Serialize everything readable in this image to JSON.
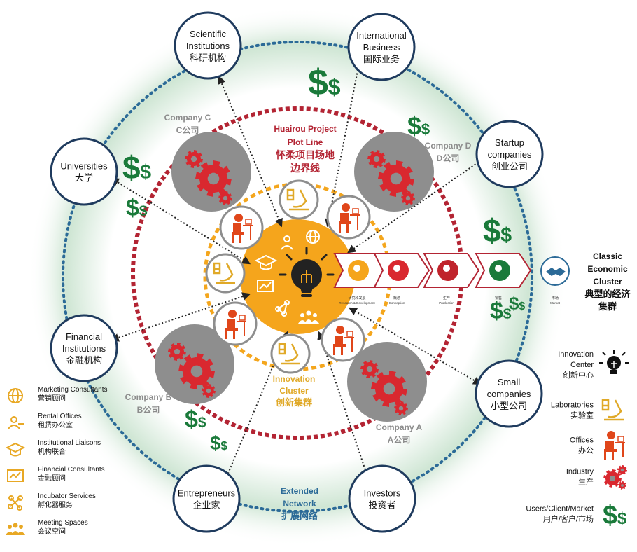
{
  "center": {
    "plot_line": [
      "Huairou Project",
      "Plot Line",
      "怀柔项目场地",
      "边界线"
    ],
    "innovation_cluster": [
      "Innovation",
      "Cluster",
      "创新集群"
    ],
    "extended_network": [
      "Extended",
      "Network",
      "扩展网络"
    ]
  },
  "partners": {
    "scientific": [
      "Scientific",
      "Institutions",
      "科研机构"
    ],
    "international": [
      "International",
      "Business",
      "国际业务"
    ],
    "startup": [
      "Startup",
      "companies",
      "创业公司"
    ],
    "universities": [
      "Universities",
      "大学"
    ],
    "financial": [
      "Financial",
      "Institutions",
      "金融机构"
    ],
    "small": [
      "Small",
      "companies",
      "小型公司"
    ],
    "entrepreneurs": [
      "Entrepreneurs",
      "企业家"
    ],
    "investors": [
      "Investors",
      "投资者"
    ]
  },
  "companies": {
    "a": [
      "Company A",
      "A公司"
    ],
    "b": [
      "Company B",
      "B公司"
    ],
    "c": [
      "Company C",
      "C公司"
    ],
    "d": [
      "Company D",
      "D公司"
    ]
  },
  "pipeline": {
    "stages": [
      {
        "cn": "研究和发展",
        "en": "Research & Development"
      },
      {
        "cn": "概念",
        "en": "Conception"
      },
      {
        "cn": "生产",
        "en": "Production"
      },
      {
        "cn": "销售",
        "en": "Sale"
      },
      {
        "cn": "市场",
        "en": "Market"
      }
    ]
  },
  "classic_cluster": [
    "Classic",
    "Economic",
    "Cluster",
    "典型的经济",
    "集群"
  ],
  "services": [
    {
      "en": "Marketing Consultants",
      "cn": "营销顾问",
      "icon": "globe-icon"
    },
    {
      "en": "Rental Offices",
      "cn": "租赁办公室",
      "icon": "person-key-icon"
    },
    {
      "en": "Institutional Liaisons",
      "cn": "机构联合",
      "icon": "graduation-cap-icon"
    },
    {
      "en": "Financial Consultants",
      "cn": "金融顾问",
      "icon": "chart-board-icon"
    },
    {
      "en": "Incubator Services",
      "cn": "孵化器服务",
      "icon": "network-icon"
    },
    {
      "en": "Meeting Spaces",
      "cn": "会议空间",
      "icon": "people-icon"
    }
  ],
  "legend": [
    {
      "label": [
        "Innovation",
        "Center",
        "创新中心"
      ],
      "icon": "lightbulb-icon"
    },
    {
      "label": [
        "Laboratories",
        "实验室"
      ],
      "icon": "microscope-icon"
    },
    {
      "label": [
        "Offices",
        "办公"
      ],
      "icon": "office-desk-icon"
    },
    {
      "label": [
        "Industry",
        "生产"
      ],
      "icon": "gears-icon"
    },
    {
      "label": [
        "Users/Client/Market",
        "用户/客户/市场"
      ],
      "icon": "dollar-icon"
    }
  ],
  "colors": {
    "navy": "#1f3b5e",
    "red_dash": "#b32433",
    "orange": "#f4a61d",
    "office_red": "#e0461a",
    "gear_red": "#d9282f",
    "green": "#1a7a3a",
    "blue_dots": "#2b6a97",
    "gray": "#8c8c8c",
    "gold_text": "#e0a928"
  }
}
